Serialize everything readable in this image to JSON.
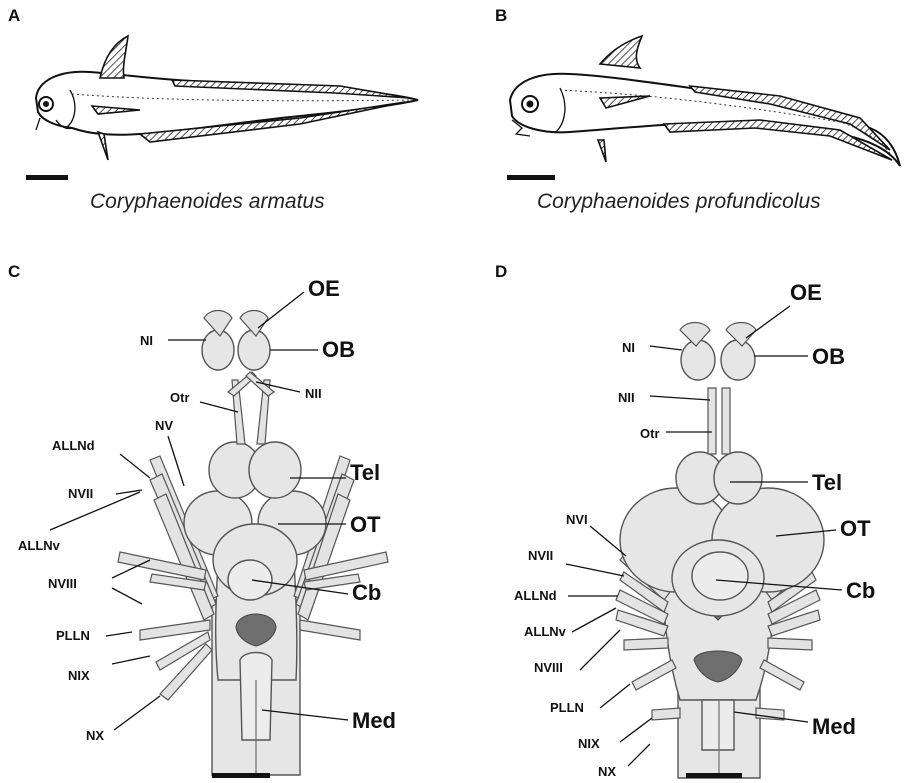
{
  "panels": {
    "a": {
      "letter": "A",
      "species": "Coryphaenoides armatus"
    },
    "b": {
      "letter": "B",
      "species": "Coryphaenoides profundicolus"
    },
    "c": {
      "letter": "C",
      "labels": {
        "oe": "OE",
        "ni": "NI",
        "ob": "OB",
        "otr": "Otr",
        "nii": "NII",
        "nv": "NV",
        "allnd": "ALLNd",
        "tel": "Tel",
        "nvii": "NVII",
        "allnv": "ALLNv",
        "ot": "OT",
        "nviii": "NVIII",
        "cb": "Cb",
        "plln": "PLLN",
        "nix": "NIX",
        "med": "Med",
        "nx": "NX"
      }
    },
    "d": {
      "letter": "D",
      "labels": {
        "oe": "OE",
        "ni": "NI",
        "ob": "OB",
        "nii": "NII",
        "otr": "Otr",
        "tel": "Tel",
        "nvi": "NVI",
        "ot": "OT",
        "nvii": "NVII",
        "cb": "Cb",
        "allnd": "ALLNd",
        "allnv": "ALLNv",
        "nviii": "NVIII",
        "plln": "PLLN",
        "nix": "NIX",
        "med": "Med",
        "nx": "NX"
      }
    }
  }
}
